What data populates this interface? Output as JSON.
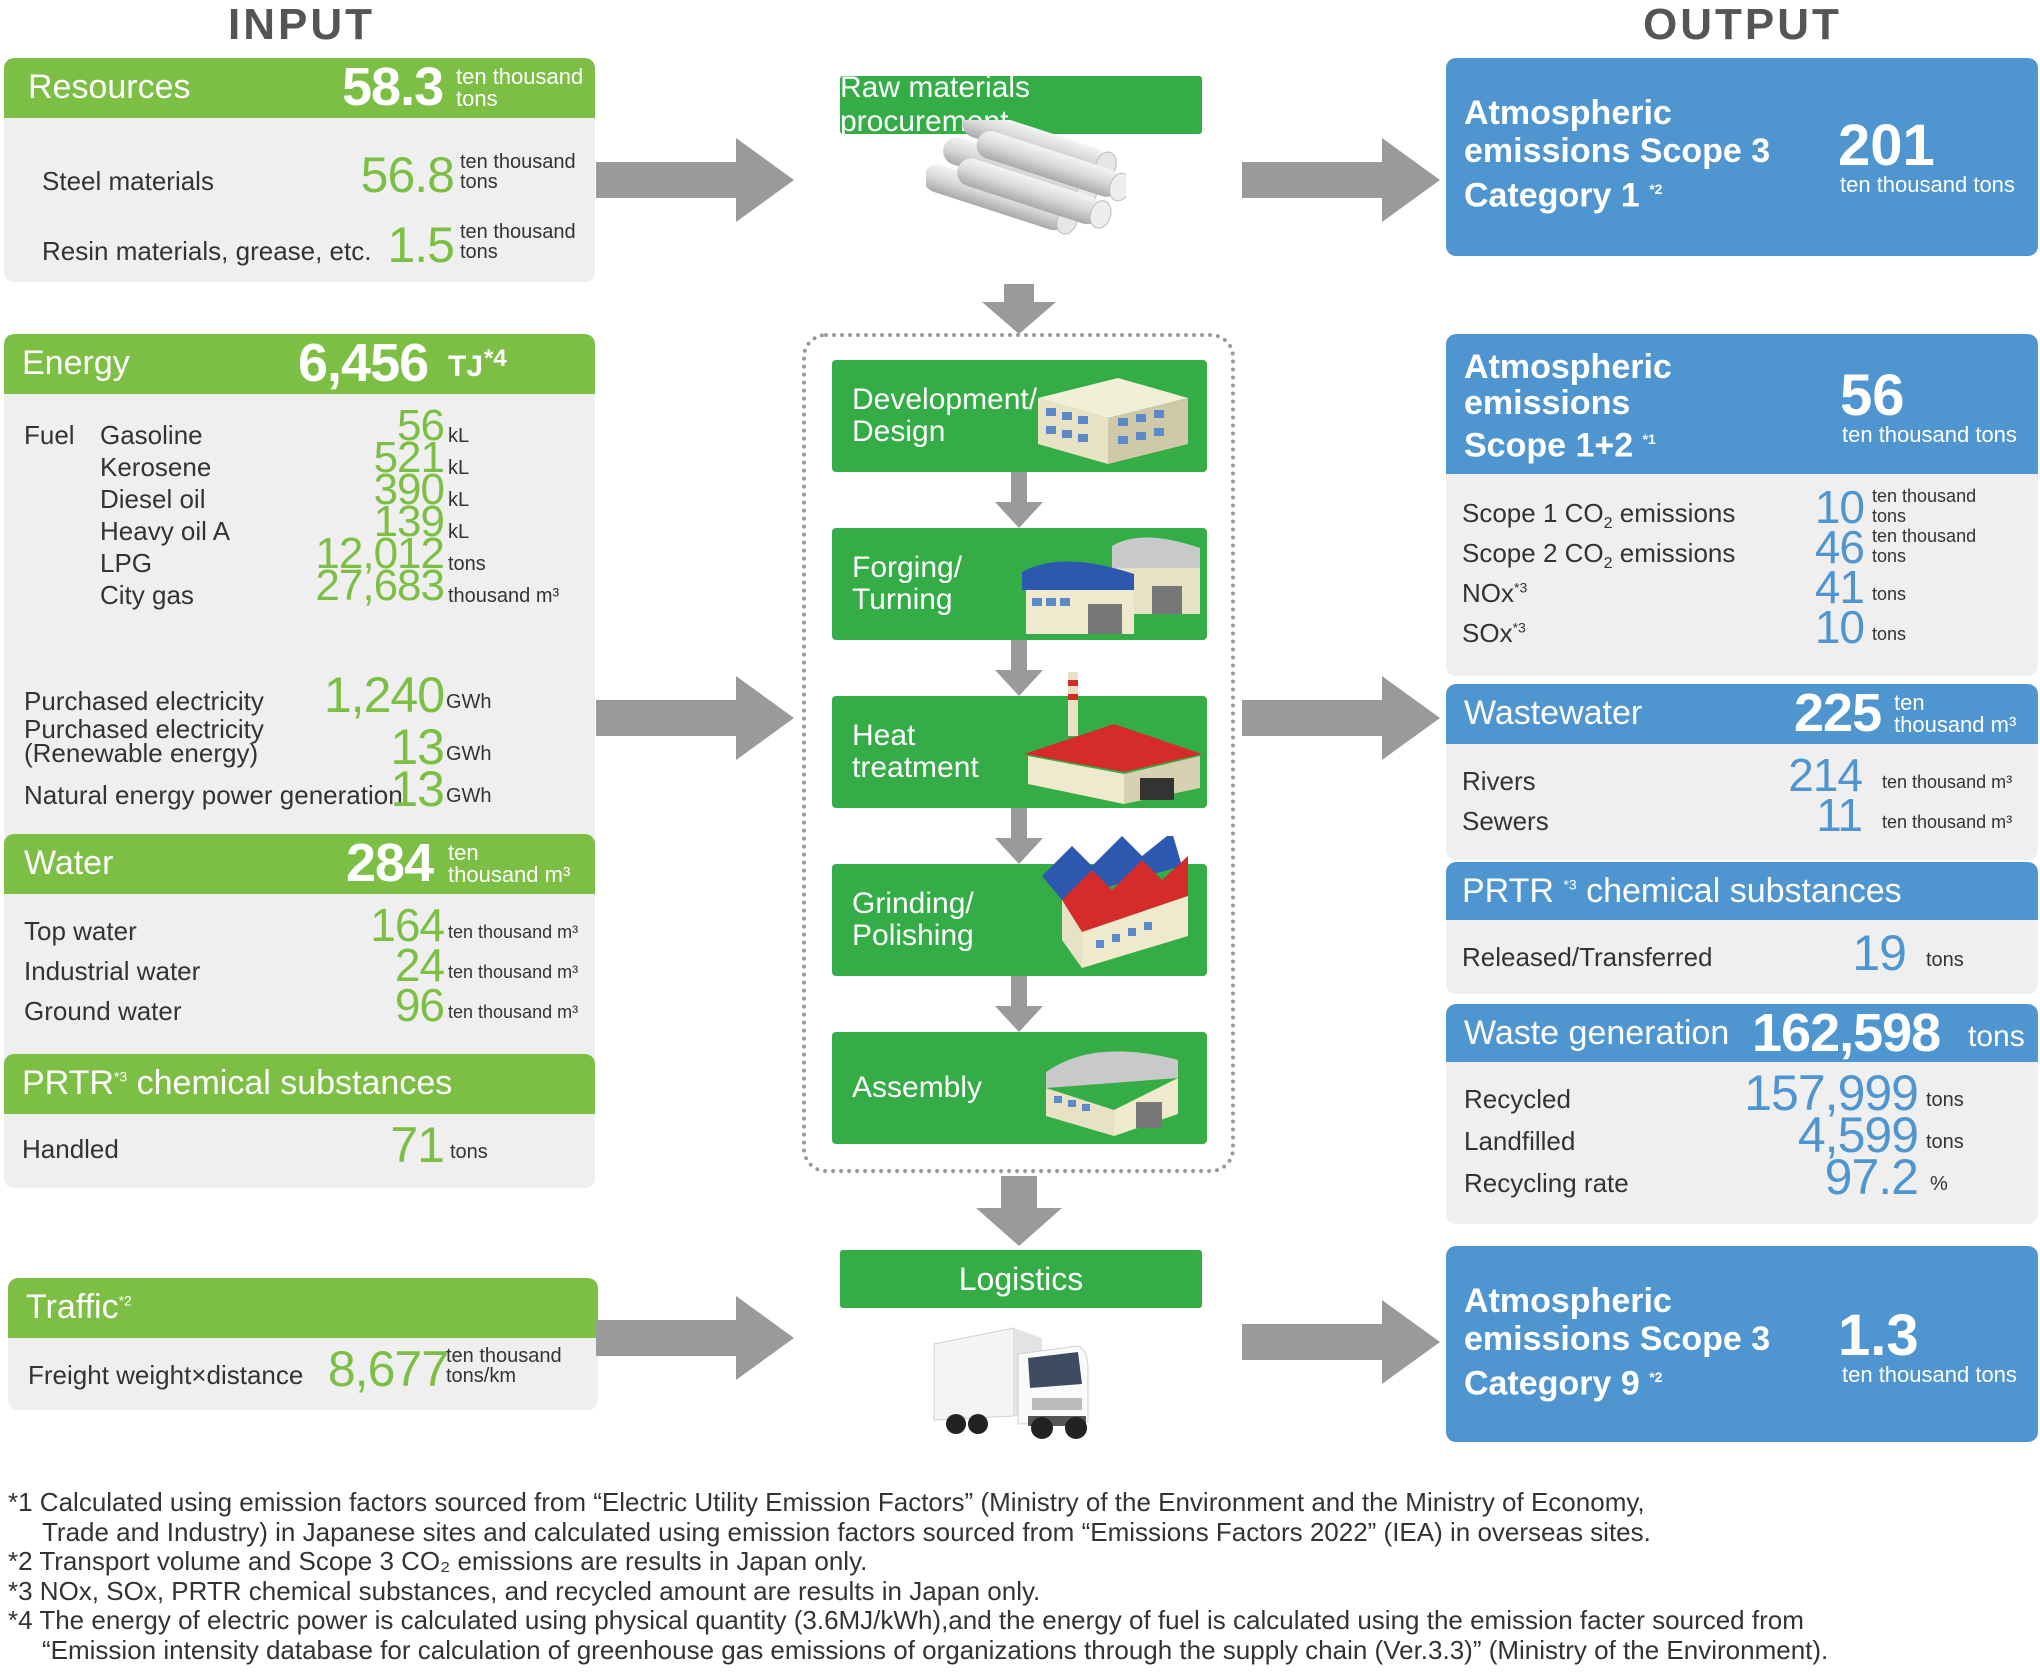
{
  "headers": {
    "input": "INPUT",
    "output": "OUTPUT"
  },
  "resources": {
    "title": "Resources",
    "value": "58.3",
    "unit_1": "ten thousand",
    "unit_2": "tons",
    "rows": [
      {
        "label": "Steel materials",
        "value": "56.8",
        "unit_1": "ten thousand",
        "unit_2": "tons"
      },
      {
        "label": "Resin materials, grease, etc.",
        "value": "1.5",
        "unit_1": "ten thousand",
        "unit_2": "tons"
      }
    ]
  },
  "energy": {
    "title": "Energy",
    "value": "6,456",
    "unit": "TJ",
    "note": "*4",
    "fuel_label": "Fuel",
    "fuels": [
      {
        "label": "Gasoline",
        "value": "56",
        "unit": "kL"
      },
      {
        "label": "Kerosene",
        "value": "521",
        "unit": "kL"
      },
      {
        "label": "Diesel oil",
        "value": "390",
        "unit": "kL"
      },
      {
        "label": "Heavy oil A",
        "value": "139",
        "unit": "kL"
      },
      {
        "label": "LPG",
        "value": "12,012",
        "unit": "tons"
      },
      {
        "label": "City gas",
        "value": "27,683",
        "unit": "thousand m³"
      }
    ],
    "electricity": [
      {
        "label": "Purchased electricity",
        "value": "1,240",
        "unit": "GWh"
      },
      {
        "label": "Purchased electricity",
        "label_2": "(Renewable energy)",
        "value": "13",
        "unit": "GWh"
      },
      {
        "label": "Natural energy power generation",
        "value": "13",
        "unit": "GWh"
      }
    ]
  },
  "water": {
    "title": "Water",
    "value": "284",
    "unit_1": "ten",
    "unit_2": "thousand m³",
    "rows": [
      {
        "label": "Top water",
        "value": "164",
        "unit": "ten thousand m³"
      },
      {
        "label": "Industrial water",
        "value": "24",
        "unit": "ten thousand m³"
      },
      {
        "label": "Ground water",
        "value": "96",
        "unit": "ten thousand m³"
      }
    ]
  },
  "prtr_in": {
    "title_1": "PRTR",
    "note": "*3",
    "title_2": " chemical substances",
    "row": {
      "label": "Handled",
      "value": "71",
      "unit": "tons"
    }
  },
  "traffic": {
    "title": "Traffic",
    "note": "*2",
    "row": {
      "label": "Freight weight×distance",
      "value": "8,677",
      "unit_1": "ten thousand",
      "unit_2": "tons/km"
    }
  },
  "process": {
    "procurement": "Raw materials procurement",
    "steps": [
      {
        "line1": "Development/",
        "line2": "Design"
      },
      {
        "line1": "Forging/",
        "line2": "Turning"
      },
      {
        "line1": "Heat",
        "line2": "treatment"
      },
      {
        "line1": "Grinding/",
        "line2": "Polishing"
      },
      {
        "line1": "Assembly",
        "line2": ""
      }
    ],
    "logistics": "Logistics"
  },
  "out_scope3_cat1": {
    "line1": "Atmospheric",
    "line2": "emissions Scope 3",
    "line3": "Category 1",
    "note": "*2",
    "value": "201",
    "unit": "ten thousand tons"
  },
  "out_scope12": {
    "line1": "Atmospheric",
    "line2": "emissions",
    "line3": "Scope 1+2",
    "note": "*1",
    "value": "56",
    "unit": "ten thousand tons",
    "rows": [
      {
        "label_1": "Scope 1 CO",
        "sub": "2",
        "label_2": " emissions",
        "value": "10",
        "unit_1": "ten thousand",
        "unit_2": "tons"
      },
      {
        "label_1": "Scope 2 CO",
        "sub": "2",
        "label_2": " emissions",
        "value": "46",
        "unit_1": "ten thousand",
        "unit_2": "tons"
      },
      {
        "label_1": "NOx",
        "note": "*3",
        "value": "41",
        "unit_2": "tons"
      },
      {
        "label_1": "SOx",
        "note": "*3",
        "value": "10",
        "unit_2": "tons"
      }
    ]
  },
  "wastewater": {
    "title": "Wastewater",
    "value": "225",
    "unit_1": "ten",
    "unit_2": "thousand m³",
    "rows": [
      {
        "label": "Rivers",
        "value": "214",
        "unit": "ten thousand m³"
      },
      {
        "label": "Sewers",
        "value": "11",
        "unit": "ten thousand m³"
      }
    ]
  },
  "prtr_out": {
    "title_1": "PRTR",
    "note": "*3",
    "title_2": " chemical substances",
    "row": {
      "label": "Released/Transferred",
      "value": "19",
      "unit": "tons"
    }
  },
  "waste": {
    "title": "Waste generation",
    "value": "162,598",
    "unit": "tons",
    "rows": [
      {
        "label": "Recycled",
        "value": "157,999",
        "unit": "tons"
      },
      {
        "label": "Landfilled",
        "value": "4,599",
        "unit": "tons"
      },
      {
        "label": "Recycling rate",
        "value": "97.2",
        "unit": "%"
      }
    ]
  },
  "out_scope3_cat9": {
    "line1": "Atmospheric",
    "line2": "emissions Scope 3",
    "line3": "Category 9",
    "note": "*2",
    "value": "1.3",
    "unit": "ten thousand tons"
  },
  "footnotes": [
    "*1 Calculated using emission factors sourced from “Electric Utility Emission Factors” (Ministry of the Environment and the Ministry of Economy,",
    "Trade and Industry) in Japanese sites and calculated using emission factors sourced from “Emissions Factors 2022” (IEA) in overseas sites.",
    "*2 Transport volume and Scope 3 CO₂ emissions are results in Japan only.",
    "*3 NOx, SOx, PRTR chemical substances, and recycled amount are results in Japan only.",
    "*4 The energy of electric power is calculated using physical quantity (3.6MJ/kWh),and the energy of fuel is calculated using the emission facter sourced from",
    "“Emission intensity database for calculation of greenhouse gas emissions of organizations through the supply chain (Ver.3.3)” (Ministry of the Environment)."
  ],
  "colors": {
    "green": "#7cbf44",
    "process_green": "#34ad47",
    "blue": "#4f95cf",
    "panel_bg": "#efefef",
    "arrow": "#9a9a9a"
  }
}
